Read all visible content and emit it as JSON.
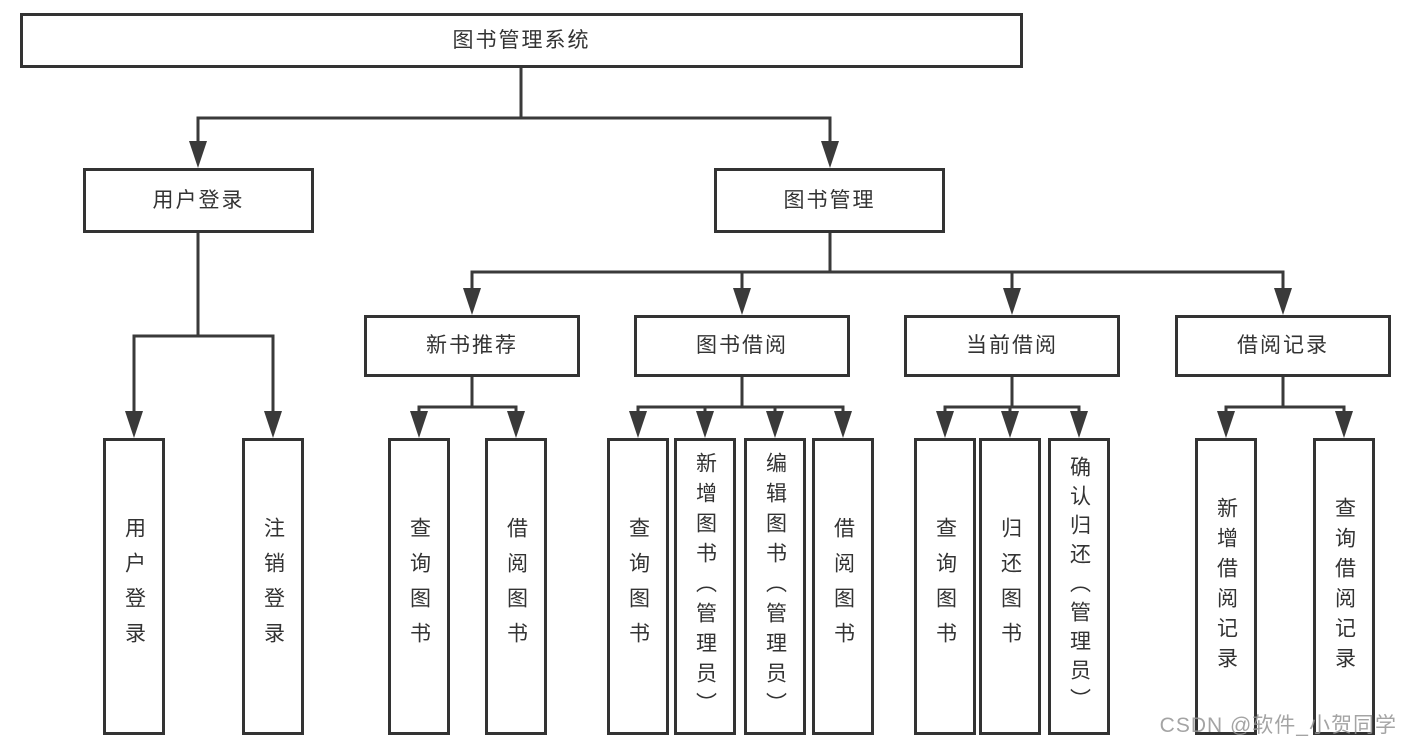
{
  "colors": {
    "line": "#3a3a3a",
    "box_border": "#333333",
    "text": "#333333",
    "watermark": "#949494"
  },
  "tree": {
    "root": "图书管理系统",
    "branches": [
      {
        "label": "用户登录",
        "children": [
          "用户登录",
          "注销登录"
        ]
      },
      {
        "label": "图书管理",
        "groups": [
          {
            "label": "新书推荐",
            "children": [
              "查询图书",
              "借阅图书"
            ]
          },
          {
            "label": "图书借阅",
            "children": [
              "查询图书",
              "新增图书（管理员）",
              "编辑图书（管理员）",
              "借阅图书"
            ]
          },
          {
            "label": "当前借阅",
            "children": [
              "查询图书",
              "归还图书",
              "确认归还（管理员）"
            ]
          },
          {
            "label": "借阅记录",
            "children": [
              "新增借阅记录",
              "查询借阅记录"
            ]
          }
        ]
      }
    ]
  },
  "watermark": "CSDN @软件_小贺同学"
}
